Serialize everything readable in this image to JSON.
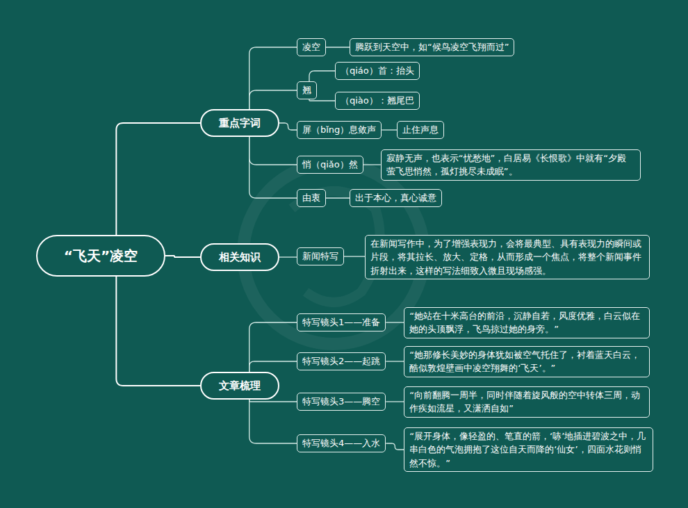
{
  "diagram": {
    "nodes": [
      {
        "text": [
          "“飞天”凌空"
        ]
      },
      {
        "text": [
          "重点字词"
        ]
      },
      {
        "text": [
          "凌空"
        ]
      },
      {
        "text": [
          "腾跃到天空中，如“候鸟凌空飞翔而过”"
        ]
      },
      {
        "text": [
          "翘"
        ]
      },
      {
        "text": [
          "（qiáo）首：抬头"
        ]
      },
      {
        "text": [
          "（qiào）：翘尾巴"
        ]
      },
      {
        "text": [
          "屏（bǐng）息敛声"
        ]
      },
      {
        "text": [
          "止住声息"
        ]
      },
      {
        "text": [
          "悄（qiǎo）然"
        ]
      },
      {
        "text": [
          "寂静无声，也表示“忧愁地”，白居易《长恨歌》中就有“夕殿萤飞思悄然，孤灯挑尽未成眠”。"
        ]
      },
      {
        "text": [
          "由衷"
        ]
      },
      {
        "text": [
          "出于本心，真心诚意"
        ]
      },
      {
        "text": [
          "相关知识"
        ]
      },
      {
        "text": [
          "新闻特写"
        ]
      },
      {
        "text": [
          "在新闻写作中，为了增强表现力，会将最典型、具有表现力的瞬间或片段，将其拉长、放大、定格，从而形成一个焦点，将整个新闻事件折射出来，这样的写法细致入微且现场感强。"
        ]
      },
      {
        "text": [
          "文章梳理"
        ]
      },
      {
        "text": [
          "特写镜头1——准备"
        ]
      },
      {
        "text": [
          "“她站在十米高台的前沿，沉静自若，风度优雅，白云似在她的头顶飘浮，飞鸟掠过她的身旁。”"
        ]
      },
      {
        "text": [
          "特写镜头2——起跳"
        ]
      },
      {
        "text": [
          "“她那修长美妙的身体犹如被空气托住了，衬着蓝天白云，酷似敦煌壁画中凌空翔舞的‘飞天’。”"
        ]
      },
      {
        "text": [
          "特写镜头3——腾空"
        ]
      },
      {
        "text": [
          "“向前翻腾一周半，同时伴随着旋风般的空中转体三周，动作疾如流星，又潇洒自如”"
        ]
      },
      {
        "text": [
          "特写镜头4——入水"
        ]
      },
      {
        "text": [
          "“展开身体，像轻盈的、笔直的箭，‘哧’地插进碧波之中，几串白色的气泡拥抱了这位自天而降的‘仙女’，四面水花则悄然不惊。”"
        ]
      }
    ],
    "edges": [
      {
        "from": 0,
        "to": 1,
        "arrow": "none"
      },
      {
        "from": 0,
        "to": 13,
        "arrow": "none"
      },
      {
        "from": 0,
        "to": 16,
        "arrow": "none"
      },
      {
        "from": 1,
        "to": 2,
        "arrow": "none"
      },
      {
        "from": 1,
        "to": 4,
        "arrow": "none"
      },
      {
        "from": 1,
        "to": 7,
        "arrow": "none"
      },
      {
        "from": 1,
        "to": 9,
        "arrow": "none"
      },
      {
        "from": 1,
        "to": 11,
        "arrow": "none"
      },
      {
        "from": 2,
        "to": 3,
        "arrow": "none"
      },
      {
        "from": 4,
        "to": 5,
        "arrow": "none"
      },
      {
        "from": 4,
        "to": 6,
        "arrow": "none"
      },
      {
        "from": 7,
        "to": 8,
        "arrow": "none"
      },
      {
        "from": 9,
        "to": 10,
        "arrow": "none"
      },
      {
        "from": 11,
        "to": 12,
        "arrow": "none"
      },
      {
        "from": 13,
        "to": 14,
        "arrow": "none"
      },
      {
        "from": 14,
        "to": 15,
        "arrow": "none"
      },
      {
        "from": 16,
        "to": 17,
        "arrow": "none"
      },
      {
        "from": 16,
        "to": 19,
        "arrow": "none"
      },
      {
        "from": 16,
        "to": 21,
        "arrow": "none"
      },
      {
        "from": 16,
        "to": 23,
        "arrow": "none"
      },
      {
        "from": 17,
        "to": 18,
        "arrow": "none"
      },
      {
        "from": 19,
        "to": 20,
        "arrow": "none"
      },
      {
        "from": 21,
        "to": 22,
        "arrow": "none"
      },
      {
        "from": 23,
        "to": 24,
        "arrow": "none"
      }
    ]
  }
}
